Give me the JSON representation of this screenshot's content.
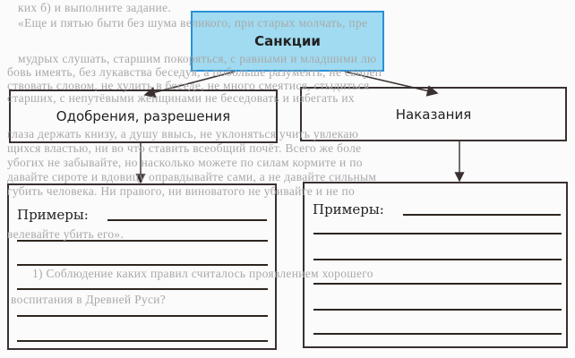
{
  "background_text": [
    "ких б) и выполните задание.",
    "«Еще и пятью быти без шума великого, при старых молчать, пре",
    "мудрых слушать, старшим покоряться, с равными и младшими лю",
    "бовь имеять, без лукавства беседуя, а побольше разумеять, не свиреп",
    "ствовать словом, не хулить в беседе, не много смеятися, стыдиться",
    "старших, с непутёвыми женщинами не беседовать и избегать их",
    "глаза держать книзу, а душу ввысь, не уклоняться учить увлекаю",
    "щихся властью, ни во что ставить всеобщий почёт. Всего же боле",
    "убогих не забывайте, но насколько можете по силам кормите и по",
    "давайте сироте и вдовицу оправдывайте сами, а не давайте сильным",
    "губить человека. Ни правого, ни виноватого не убивайте и не по",
    "велевайте убить его».",
    "1) Соблюдение каких правил считалось проявлением хорошего",
    "воспитания в Древней Руси?"
  ],
  "diagram": {
    "root": "Санкции",
    "left": {
      "title": "Одобрения, разрешения",
      "examples_label": "Примеры:"
    },
    "right": {
      "title": "Наказания",
      "examples_label": "Примеры:"
    }
  },
  "colors": {
    "root_fill": "#96d7f0",
    "root_border": "#2a90d6",
    "border": "#3a3030"
  }
}
